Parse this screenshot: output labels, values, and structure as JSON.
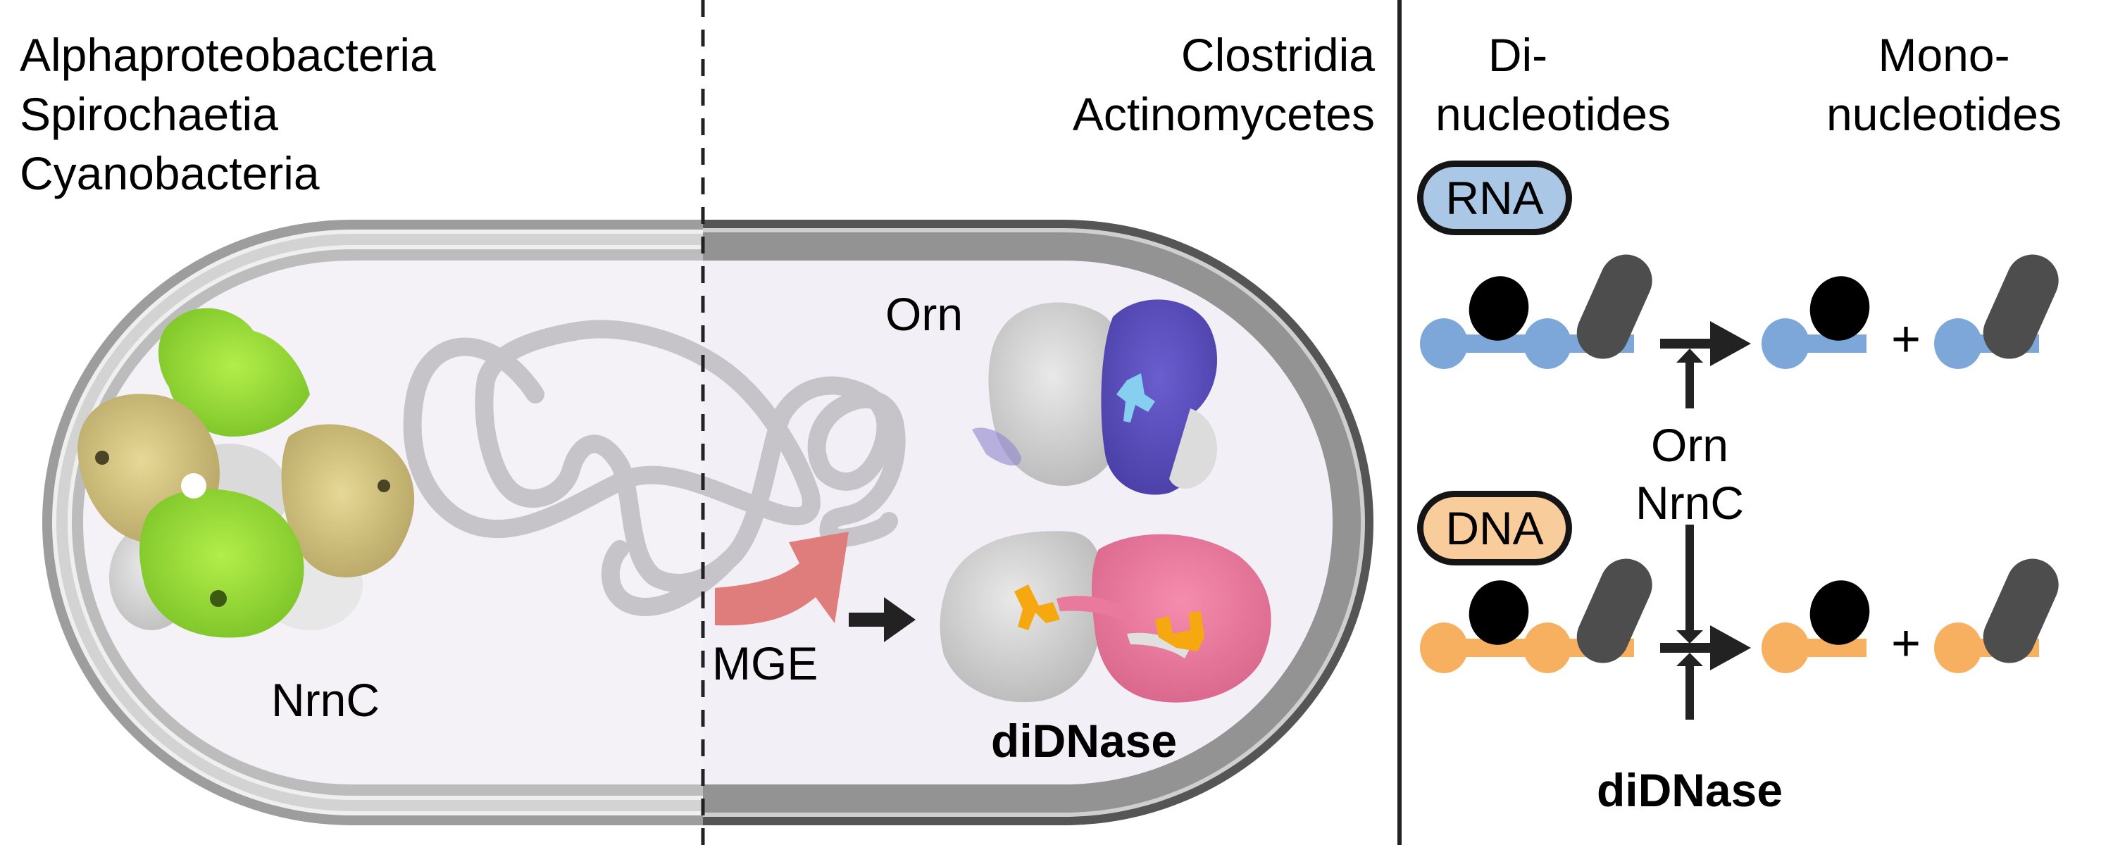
{
  "left_panel": {
    "groups_left": [
      "Alphaproteobacteria",
      "Spirochaetia",
      "Cyanobacteria"
    ],
    "groups_right": [
      "Clostridia",
      "Actinomycetes"
    ],
    "proteins": {
      "nrnc_label": "NrnC",
      "orn_label": "Orn",
      "didnase_label": "diDNase"
    },
    "mge_label": "MGE",
    "colors": {
      "cytoplasm": "#f3f0f7",
      "nrnc_green": "#9ee03a",
      "nrnc_tan": "#d8c988",
      "orn_purple": "#5a4fb8",
      "orn_ligand": "#86cff0",
      "didnase_pink": "#e97a9e",
      "didnase_ligand": "#f5a80f",
      "mge_arrow": "#df7d7d",
      "chromosome": "#c6c3c9"
    }
  },
  "right_panel": {
    "col_headers": {
      "di": [
        "Di-",
        "nucleotides"
      ],
      "mono": [
        "Mono-",
        "nucleotides"
      ]
    },
    "rows": [
      {
        "badge": "RNA",
        "badge_color": "#abc7e6",
        "strand_color": "#7da7d8"
      },
      {
        "badge": "DNA",
        "badge_color": "#f9cc9b",
        "strand_color": "#f7b060"
      }
    ],
    "enzymes_top": [
      "Orn",
      "NrnC"
    ],
    "enzyme_bottom": "diDNase",
    "plus": "+",
    "base_colors": {
      "purine_black": "#000000",
      "pyrimidine_gray": "#4d4d4d"
    }
  }
}
